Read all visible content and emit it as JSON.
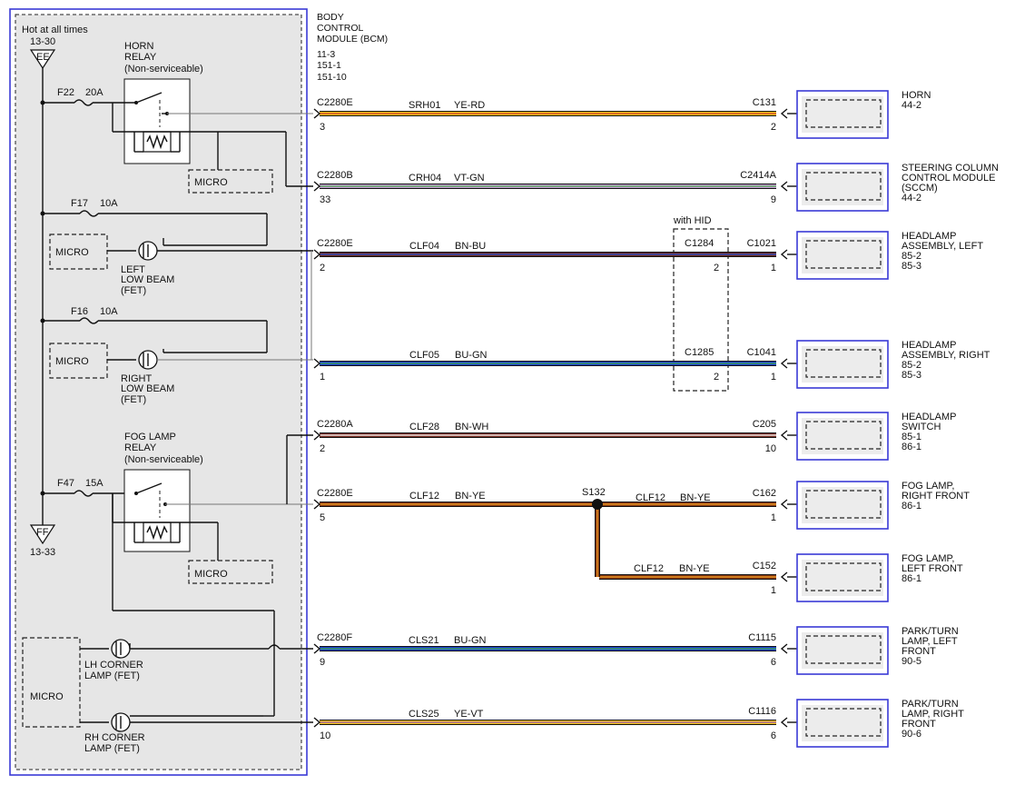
{
  "module": {
    "title_lines": [
      "BODY",
      "CONTROL",
      "MODULE (BCM)"
    ],
    "refs": [
      "11-3",
      "151-1",
      "151-10"
    ]
  },
  "power": {
    "hot_label": "Hot at all times",
    "top_ref": "13-30",
    "top_tag": "EE",
    "bottom_tag": "FF",
    "bottom_ref": "13-33"
  },
  "fuses": [
    {
      "name": "F22",
      "rating": "20A"
    },
    {
      "name": "F17",
      "rating": "10A"
    },
    {
      "name": "F16",
      "rating": "10A"
    },
    {
      "name": "F47",
      "rating": "15A"
    }
  ],
  "relays": {
    "horn": [
      "HORN",
      "RELAY",
      "(Non-serviceable)"
    ],
    "fog": [
      "FOG LAMP",
      "RELAY",
      "(Non-serviceable)"
    ]
  },
  "micro_label": "MICRO",
  "fets": {
    "left_low": [
      "LEFT",
      "LOW BEAM",
      "(FET)"
    ],
    "right_low": [
      "RIGHT",
      "LOW BEAM",
      "(FET)"
    ],
    "lh_corner": [
      "LH CORNER",
      "LAMP (FET)"
    ],
    "rh_corner": [
      "RH CORNER",
      "LAMP (FET)"
    ]
  },
  "hid_label": "with HID",
  "splice": "S132",
  "circuits": [
    {
      "connector": "C2280E",
      "pin": "3",
      "circuit": "SRH01",
      "color": "YE-RD",
      "far_connector": "C131",
      "far_pin": "2",
      "component": [
        "HORN",
        "44-2"
      ],
      "stripe_main": "#f0c419",
      "stripe_trace": "#d33a2c"
    },
    {
      "connector": "C2280B",
      "pin": "33",
      "circuit": "CRH04",
      "color": "VT-GN",
      "far_connector": "C2414A",
      "far_pin": "9",
      "component": [
        "STEERING COLUMN",
        "CONTROL MODULE",
        "(SCCM)",
        "44-2"
      ],
      "stripe_main": "#c79bd3",
      "stripe_trace": "#4caf50"
    },
    {
      "connector": "C2280E",
      "pin": "2",
      "circuit": "CLF04",
      "color": "BN-BU",
      "far_connector": "C1021",
      "far_pin": "1",
      "inline_connector": "C1284",
      "inline_pin": "2",
      "component": [
        "HEADLAMP",
        "ASSEMBLY, LEFT",
        "85-2",
        "85-3"
      ],
      "stripe_main": "#6b2c1f",
      "stripe_trace": "#2a4fd6"
    },
    {
      "connector": "",
      "pin": "1",
      "circuit": "CLF05",
      "color": "BU-GN",
      "far_connector": "C1041",
      "far_pin": "1",
      "inline_connector": "C1285",
      "inline_pin": "2",
      "component": [
        "HEADLAMP",
        "ASSEMBLY, RIGHT",
        "85-2",
        "85-3"
      ],
      "stripe_main": "#1f3fd1",
      "stripe_trace": "#3fae4a"
    },
    {
      "connector": "C2280A",
      "pin": "2",
      "circuit": "CLF28",
      "color": "BN-WH",
      "far_connector": "C205",
      "far_pin": "10",
      "component": [
        "HEADLAMP",
        "SWITCH",
        "85-1",
        "86-1"
      ],
      "stripe_main": "#7a2f24",
      "stripe_trace": "#ffffff"
    },
    {
      "connector": "C2280E",
      "pin": "5",
      "circuit": "CLF12",
      "color": "BN-YE",
      "far_connector": "C162",
      "far_pin": "1",
      "component": [
        "FOG LAMP,",
        "RIGHT FRONT",
        "86-1"
      ],
      "stripe_main": "#8a3a14",
      "stripe_trace": "#f0a020"
    },
    {
      "connector": "",
      "pin": "",
      "circuit": "CLF12",
      "color": "BN-YE",
      "far_connector": "C152",
      "far_pin": "1",
      "component": [
        "FOG LAMP,",
        "LEFT FRONT",
        "86-1"
      ],
      "stripe_main": "#8a3a14",
      "stripe_trace": "#f0a020"
    },
    {
      "connector": "C2280F",
      "pin": "9",
      "circuit": "CLS21",
      "color": "BU-GN",
      "far_connector": "C1115",
      "far_pin": "6",
      "component": [
        "PARK/TURN",
        "LAMP, LEFT",
        "FRONT",
        "90-5"
      ],
      "stripe_main": "#1f3fd1",
      "stripe_trace": "#3fae4a"
    },
    {
      "connector": "",
      "pin": "10",
      "circuit": "CLS25",
      "color": "YE-VT",
      "far_connector": "C1116",
      "far_pin": "6",
      "component": [
        "PARK/TURN",
        "LAMP, RIGHT",
        "FRONT",
        "90-6"
      ],
      "stripe_main": "#f0c419",
      "stripe_trace": "#9b59b6"
    }
  ],
  "fog_split": {
    "circuit_right": "CLF12",
    "color_right": "BN-YE"
  }
}
